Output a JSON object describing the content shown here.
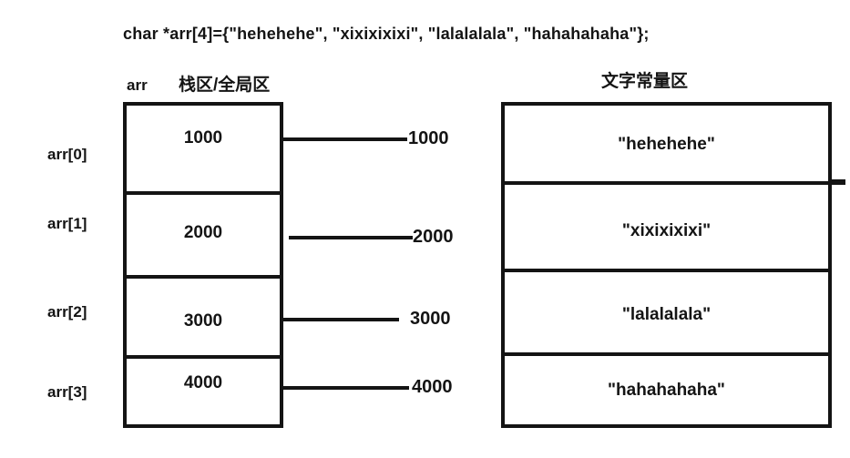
{
  "title": "char *arr[4]={\"hehehehe\", \"xixixixixi\", \"lalalalala\", \"hahahahaha\"};",
  "left_panel": {
    "pointer_label": "arr",
    "header": "栈区/全局区",
    "rows": [
      {
        "index_label": "arr[0]",
        "value": "1000"
      },
      {
        "index_label": "arr[1]",
        "value": "2000"
      },
      {
        "index_label": "arr[2]",
        "value": "3000"
      },
      {
        "index_label": "arr[3]",
        "value": "4000"
      }
    ]
  },
  "pointers": {
    "address_labels": [
      "1000",
      "2000",
      "3000",
      "4000"
    ]
  },
  "right_panel": {
    "header": "文字常量区",
    "cells": [
      "\"hehehehe\"",
      "\"xixixixixi\"",
      "\"lalalalala\"",
      "\"hahahahaha\""
    ]
  },
  "colors": {
    "ink": "#141414",
    "background": "#ffffff"
  }
}
